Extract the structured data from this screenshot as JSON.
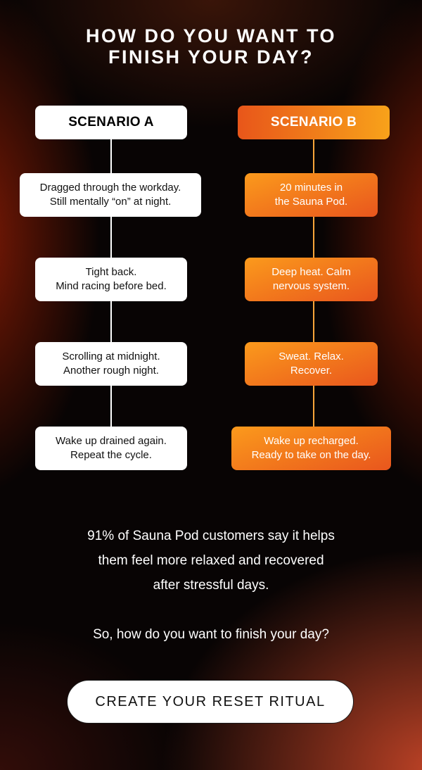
{
  "headline": {
    "line1": "HOW DO YOU WANT TO",
    "line2": "FINISH YOUR DAY?"
  },
  "scenario_a": {
    "label": "SCENARIO A",
    "steps": [
      "Dragged through the workday.\nStill mentally “on” at night.",
      "Tight back.\nMind racing before bed.",
      "Scrolling at midnight.\nAnother rough night.",
      "Wake up drained again.\nRepeat the cycle."
    ]
  },
  "scenario_b": {
    "label": "SCENARIO B",
    "steps": [
      "20 minutes in\nthe Sauna Pod.",
      "Deep heat. Calm\nnervous system.",
      "Sweat. Relax.\nRecover.",
      "Wake up recharged.\nReady to take on the day."
    ]
  },
  "stat": {
    "line1": "91% of Sauna Pod customers say it helps",
    "line2": "them feel more relaxed and recovered",
    "line3": "after stressful days."
  },
  "question": "So, how do you want to finish your day?",
  "cta_label": "CREATE YOUR RESET RITUAL",
  "colors": {
    "accent_start": "#e8561a",
    "accent_end": "#f8a21a",
    "connector_b": "#f7a53a"
  }
}
